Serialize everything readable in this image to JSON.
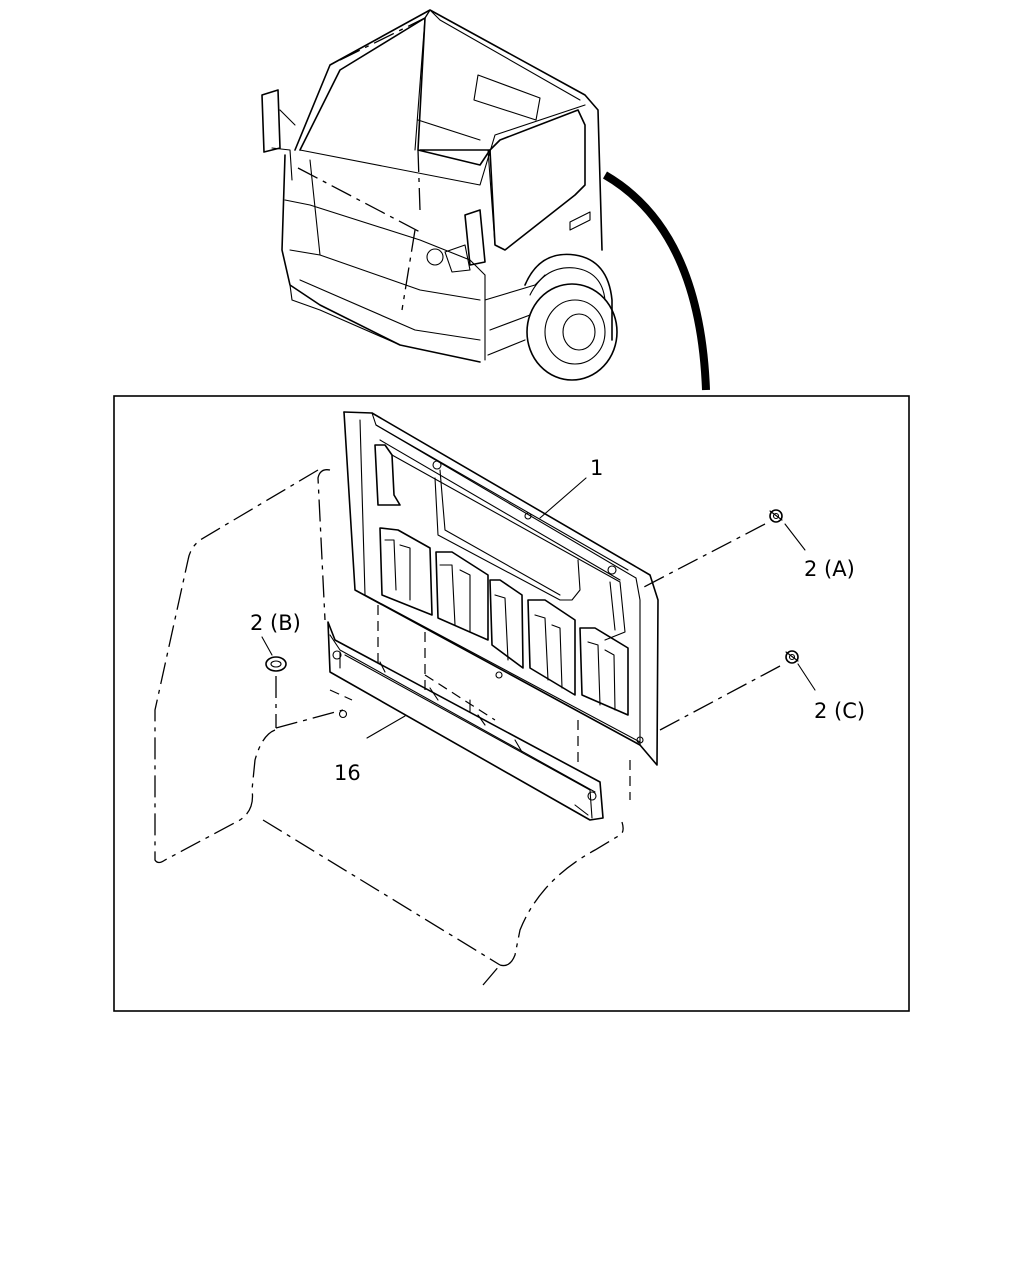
{
  "callouts": {
    "part_1": "1",
    "part_16": "16",
    "part_2a": "2 (A)",
    "part_2b": "2 (B)",
    "part_2c": "2 (C)"
  },
  "colors": {
    "line": "#000000",
    "background": "#ffffff"
  }
}
